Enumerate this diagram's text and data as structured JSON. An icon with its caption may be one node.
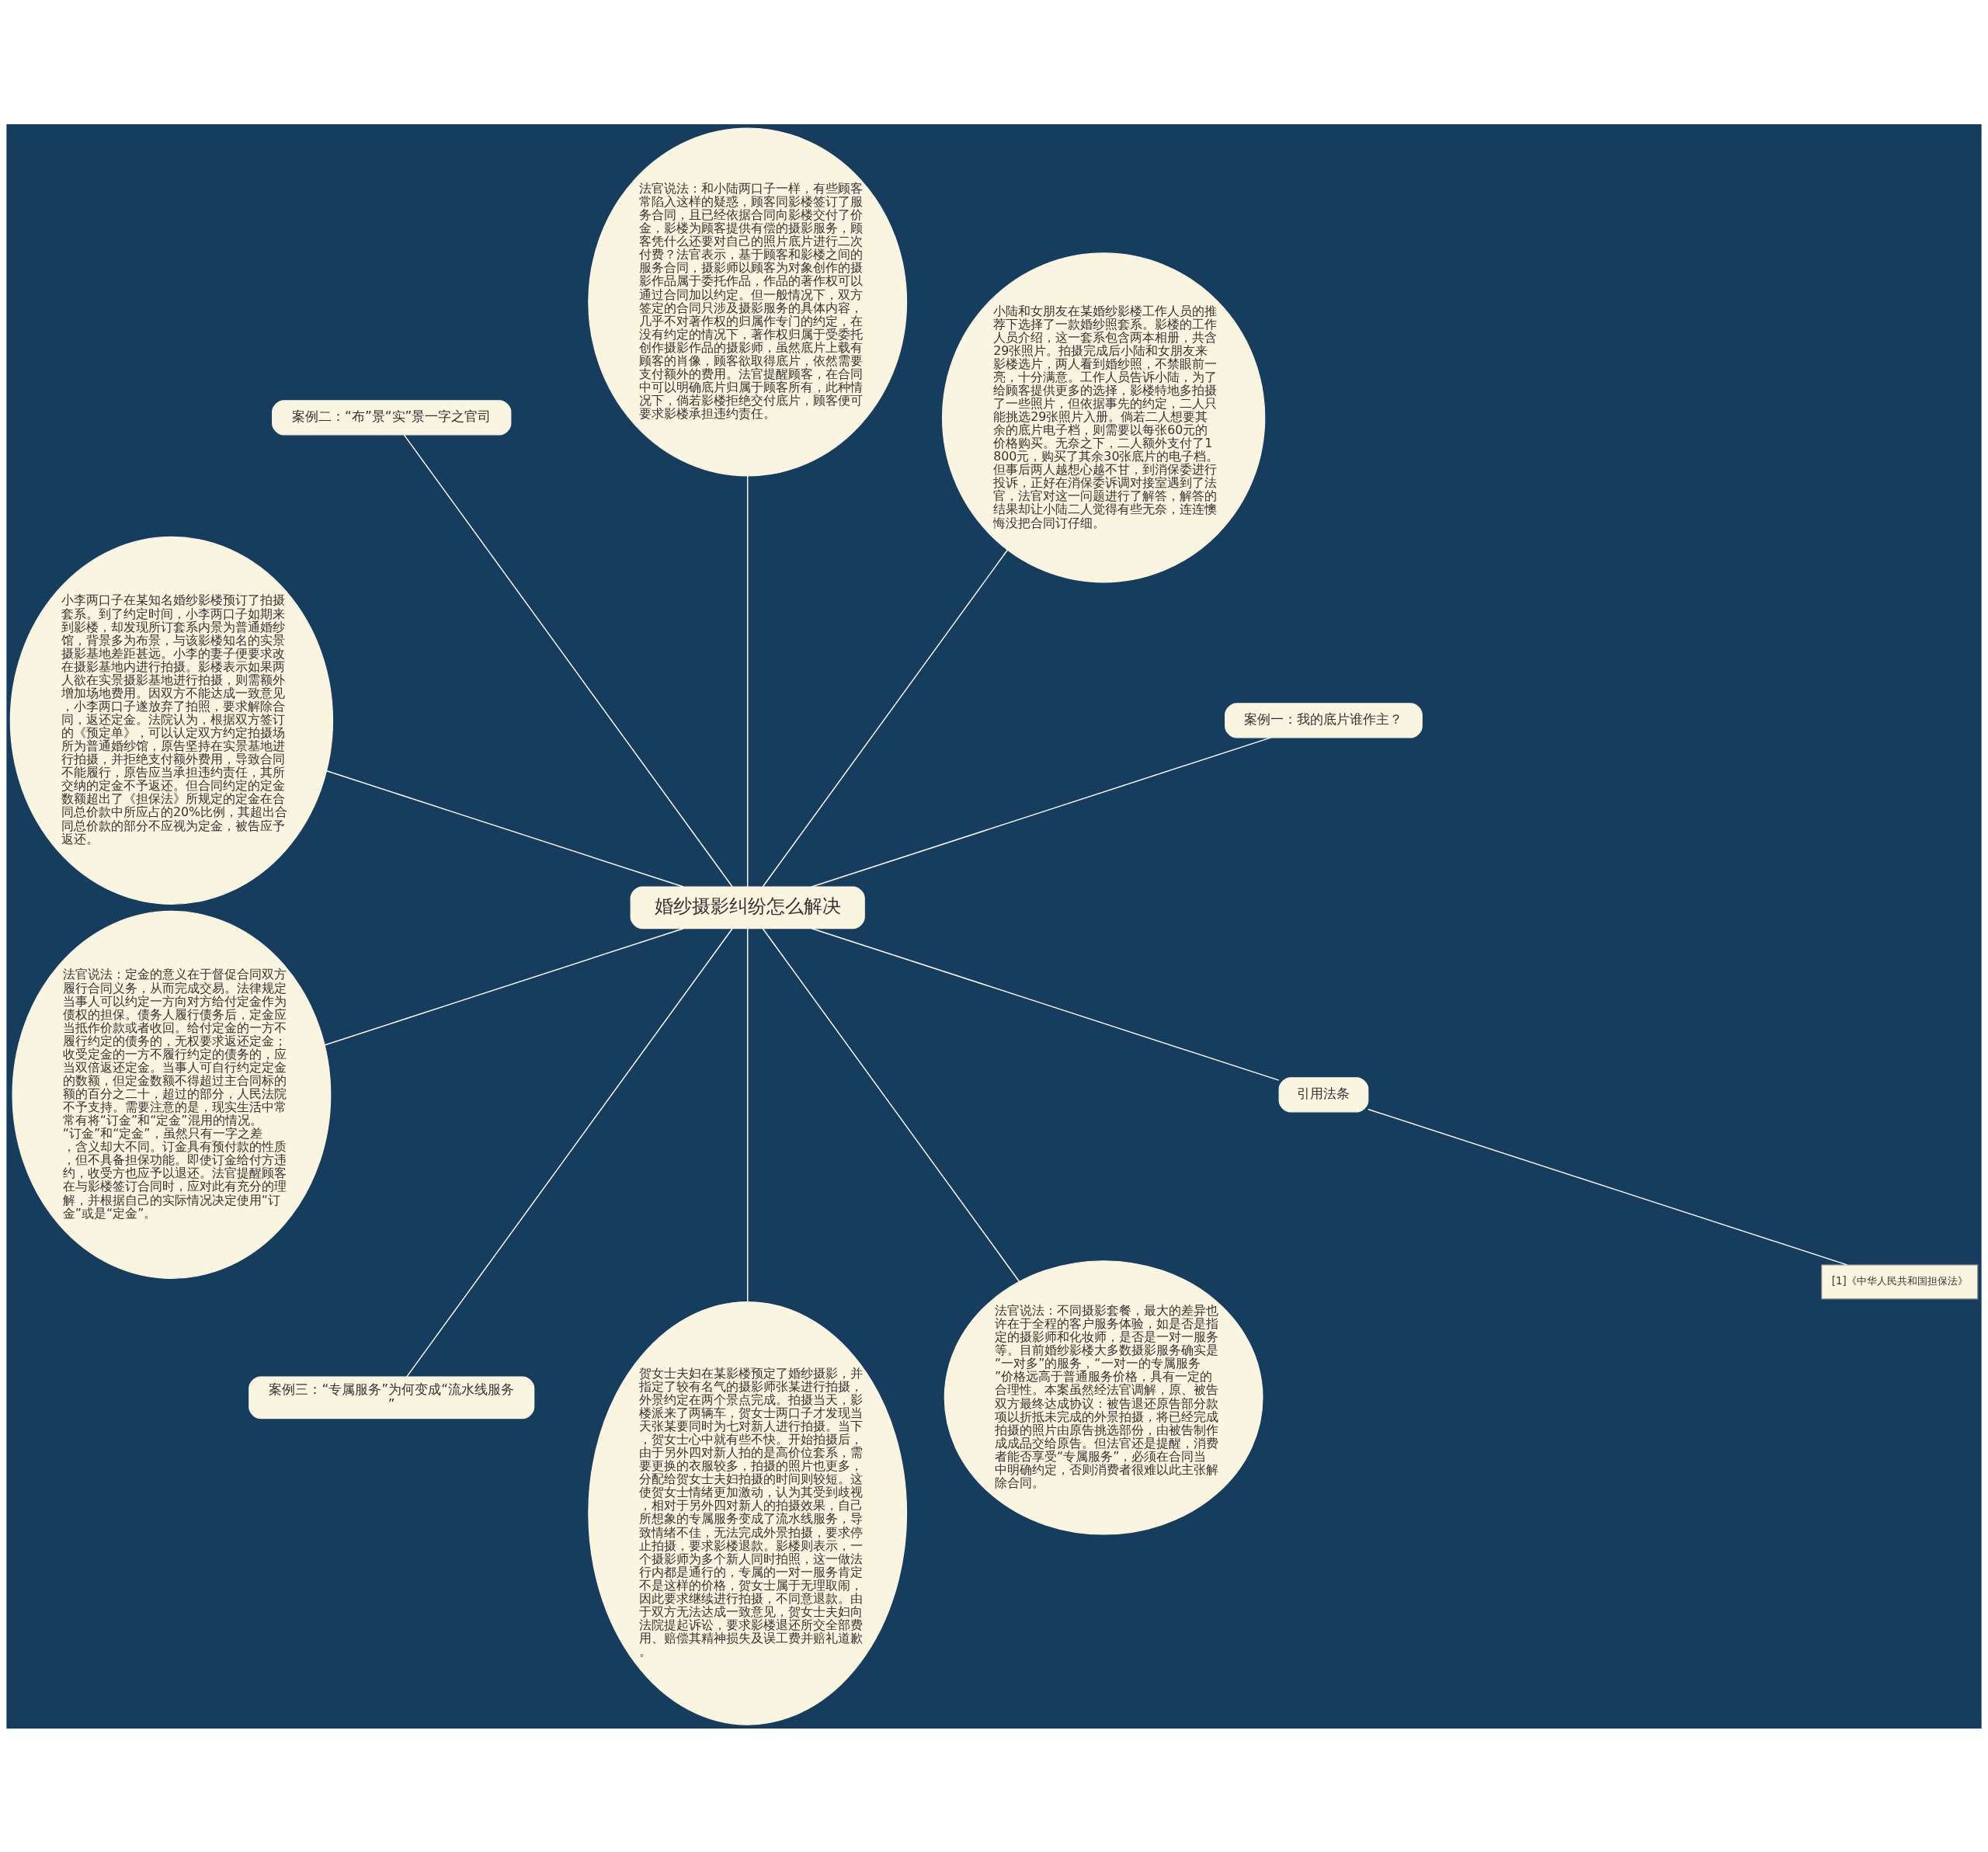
{
  "diagram": {
    "nodes": [
      {
        "text": [
          "婚纱摄影纠纷怎么解决"
        ]
      },
      {
        "text": [
          "案例一：我的底片谁作主？"
        ]
      },
      {
        "text": [
          "小陆和女朋友在某婚纱影楼工作人员的推荐下选择了一款婚纱照套系。影楼的工作人员介绍，这一套系包含两本相册，共含29张照片。拍摄完成后小陆和女朋友来影楼选片，两人看到婚纱照，不禁眼前一亮，十分满意。工作人员告诉小陆，为了给顾客提供更多的选择，影楼特地多拍摄了一些照片，但依据事先的约定，二人只能挑选29张照片入册。倘若二人想要其余的底片电子档，则需要以每张60元的价格购买。无奈之下，二人额外支付了1800元，购买了其余30张底片的电子档。但事后两人越想心越不甘，到消保委进行投诉，正好在消保委诉调对接室遇到了法官，法官对这一问题进行了解答，解答的结果却让小陆二人觉得有些无奈，连连懊悔没把合同订仔细。"
        ]
      },
      {
        "text": [
          "法官说法：和小陆两口子一样，有些顾客常陷入这样的疑惑，顾客同影楼签订了服务合同，且已经依据合同向影楼交付了价金，影楼为顾客提供有偿的摄影服务，顾客凭什么还要对自己的照片底片进行二次付费？法官表示，基于顾客和影楼之间的服务合同，摄影师以顾客为对象创作的摄影作品属于委托作品，作品的著作权可以通过合同加以约定。但一般情况下，双方签定的合同只涉及摄影服务的具体内容，几乎不对著作权的归属作专门的约定，在没有约定的情况下，著作权归属于受委托创作摄影作品的摄影师，虽然底片上载有顾客的肖像，顾客欲取得底片，依然需要支付额外的费用。法官提醒顾客，在合同中可以明确底片归属于顾客所有，此种情况下，倘若影楼拒绝交付底片，顾客便可要求影楼承担违约责任。"
        ]
      },
      {
        "text": [
          "案例二：“布”景“实”景一字之官司"
        ]
      },
      {
        "text": [
          "小李两口子在某知名婚纱影楼预订了拍摄套系。到了约定时间，小李两口子如期来到影楼，却发现所订套系内景为普通婚纱馆，背景多为布景，与该影楼知名的实景摄影基地差距甚远。小李的妻子便要求改在摄影基地内进行拍摄。影楼表示如果两人欲在实景摄影基地进行拍摄，则需额外增加场地费用。因双方不能达成一致意见，小李两口子遂放弃了拍照，要求解除合同，返还定金。法院认为，根据双方签订的《预定单》，可以认定双方约定拍摄场所为普通婚纱馆，原告坚持在实景基地进行拍摄，并拒绝支付额外费用，导致合同不能履行，原告应当承担违约责任，其所交纳的定金不予返还。但合同约定的定金数额超出了《担保法》所规定的定金在合同总价款中所应占的20%比例，其超出合同总价款的部分不应视为定金，被告应予返还。"
        ]
      },
      {
        "text": [
          "法官说法：定金的意义在于督促合同双方履行合同义务，从而完成交易。法律规定当事人可以约定一方向对方给付定金作为债权的担保。债务人履行债务后，定金应当抵作价款或者收回。给付定金的一方不履行约定的债务的，无权要求返还定金；收受定金的一方不履行约定的债务的，应当双倍返还定金。当事人可自行约定定金的数额，但定金数额不得超过主合同标的额的百分之二十，超过的部分，人民法院不予支持。需要注意的是，现实生活中常常有将“订金”和“定金”混用的情况。“订金”和“定金”，虽然只有一字之差，含义却大不同。订金具有预付款的性质，但不具备担保功能。即使订金给付方违约，收受方也应予以退还。法官提醒顾客在与影楼签订合同时，应对此有充分的理解，并根据自己的实际情况决定使用“订金”或是“定金”。"
        ]
      },
      {
        "text": [
          "案例三：“专属服务”为何变成“流水线服务”"
        ]
      },
      {
        "text": [
          "贺女士夫妇在某影楼预定了婚纱摄影，并指定了较有名气的摄影师张某进行拍摄，外景约定在两个景点完成。拍摄当天，影楼派来了两辆车，贺女士两口子才发现当天张某要同时为七对新人进行拍摄。当下，贺女士心中就有些不快。开始拍摄后，由于另外四对新人拍的是高价位套系，需要更换的衣服较多，拍摄的照片也更多，分配给贺女士夫妇拍摄的时间则较短。这使贺女士情绪更加激动，认为其受到歧视，相对于另外四对新人的拍摄效果，自己所想象的专属服务变成了流水线服务，导致情绪不佳，无法完成外景拍摄，要求停止拍摄，要求影楼退款。影楼则表示，一个摄影师为多个新人同时拍照，这一做法行内都是通行的，专属的一对一服务肯定不是这样的价格，贺女士属于无理取闹，因此要求继续进行拍摄，不同意退款。由于双方无法达成一致意见，贺女士夫妇向法院提起诉讼，要求影楼退还所交全部费用、赔偿其精神损失及误工费并赔礼道歉。"
        ]
      },
      {
        "text": [
          "法官说法：不同摄影套餐，最大的差异也许在于全程的客户服务体验，如是否是指定的摄影师和化妆师，是否是一对一服务等。目前婚纱影楼大多数摄影服务确实是“一对多”的服务，“一对一的专属服务”价格远高于普通服务价格，具有一定的合理性。本案虽然经法官调解，原、被告双方最终达成协议：被告退还原告部分款项以折抵未完成的外景拍摄，将已经完成拍摄的照片由原告挑选部份，由被告制作成成品交给原告。但法官还是提醒，消费者能否享受“专属服务”，必须在合同当中明确约定，否则消费者很难以此主张解除合同。"
        ]
      },
      {
        "text": [
          "引用法条"
        ]
      },
      {
        "text": [
          "[1]《中华人民共和国担保法》"
        ]
      }
    ],
    "edges": [
      {
        "from": 0,
        "to": 1,
        "arrow": "none"
      },
      {
        "from": 0,
        "to": 2,
        "arrow": "none"
      },
      {
        "from": 0,
        "to": 3,
        "arrow": "none"
      },
      {
        "from": 0,
        "to": 4,
        "arrow": "none"
      },
      {
        "from": 0,
        "to": 5,
        "arrow": "none"
      },
      {
        "from": 0,
        "to": 6,
        "arrow": "none"
      },
      {
        "from": 0,
        "to": 7,
        "arrow": "none"
      },
      {
        "from": 0,
        "to": 8,
        "arrow": "none"
      },
      {
        "from": 0,
        "to": 9,
        "arrow": "none"
      },
      {
        "from": 0,
        "to": 10,
        "arrow": "none"
      },
      {
        "from": 10,
        "to": 11,
        "arrow": "none"
      }
    ]
  }
}
